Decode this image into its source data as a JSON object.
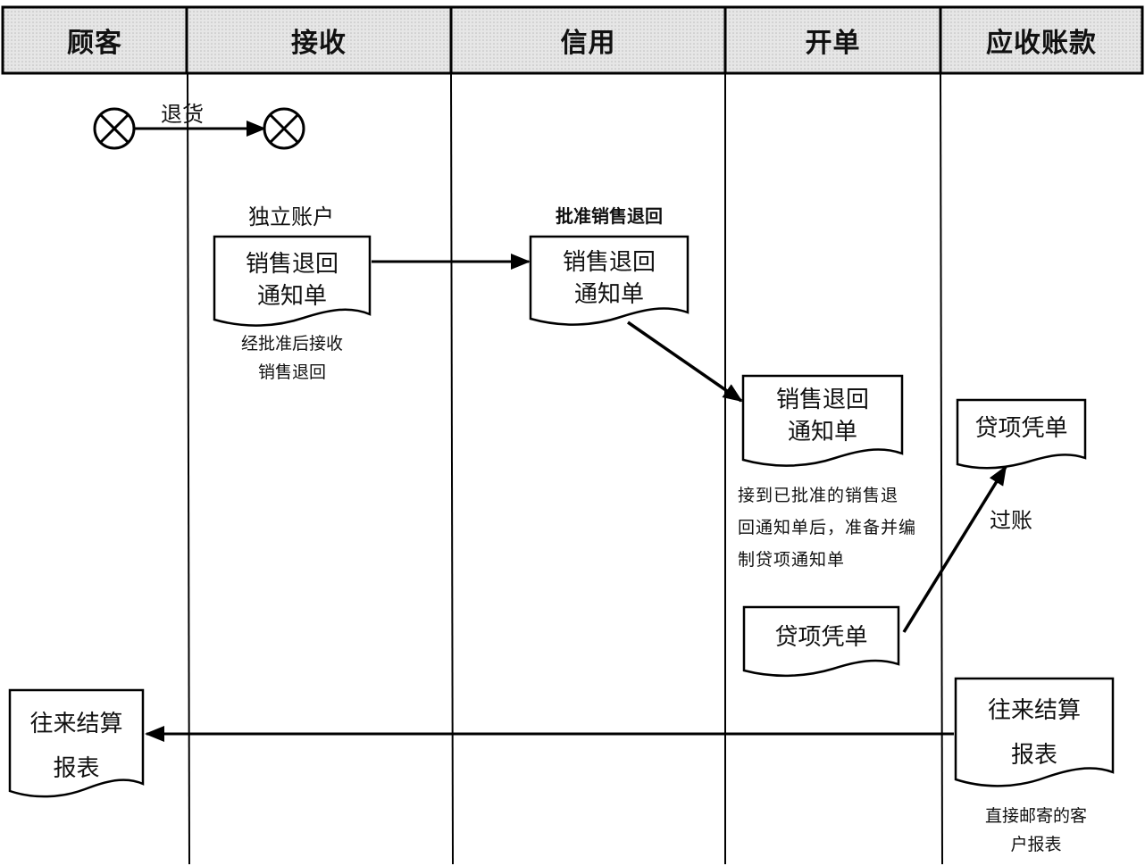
{
  "lanes": [
    "顾客",
    "接收",
    "信用",
    "开单",
    "应收账款"
  ],
  "flow": {
    "return_goods": "退货",
    "posting": "过账"
  },
  "receiving": {
    "title": "独立账户",
    "doc": [
      "销售退回",
      "通知单"
    ],
    "note": [
      "经批准后接收",
      "销售退回"
    ]
  },
  "credit": {
    "title": "批准销售退回",
    "doc": [
      "销售退回",
      "通知单"
    ]
  },
  "billing": {
    "doc": [
      "销售退回",
      "通知单"
    ],
    "note": [
      "接到已批准的销售退",
      "回通知单后，准备并编",
      "制贷项通知单"
    ],
    "credit_memo": "贷项凭单"
  },
  "receivables": {
    "credit_memo": "贷项凭单",
    "statement": [
      "往来结算",
      "报表"
    ],
    "note": [
      "直接邮寄的客",
      "户报表"
    ]
  },
  "customer": {
    "statement": [
      "往来结算",
      "报表"
    ]
  }
}
